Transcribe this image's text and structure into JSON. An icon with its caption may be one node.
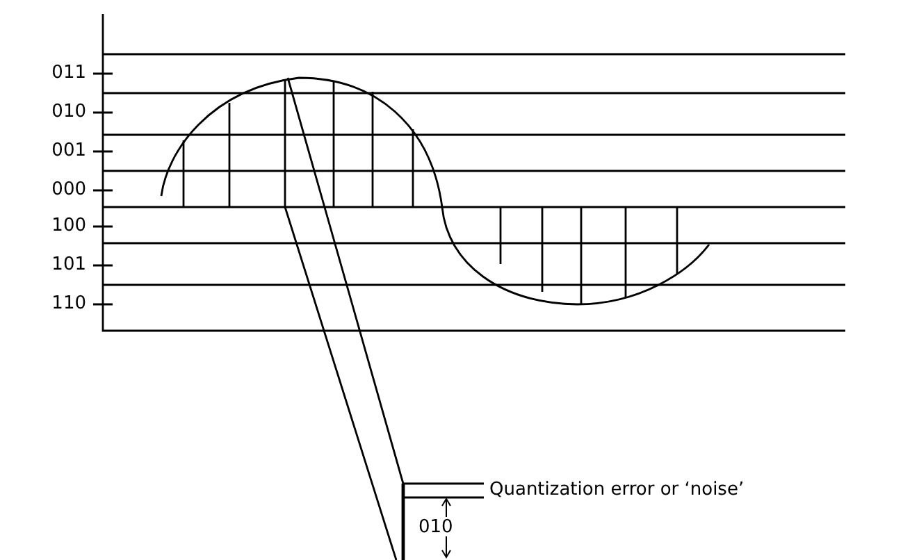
{
  "diagram": {
    "labels": [
      "011",
      "010",
      "001",
      "000",
      "100",
      "101",
      "110",
      "Quantization error or ‘noise’",
      "010"
    ]
  }
}
